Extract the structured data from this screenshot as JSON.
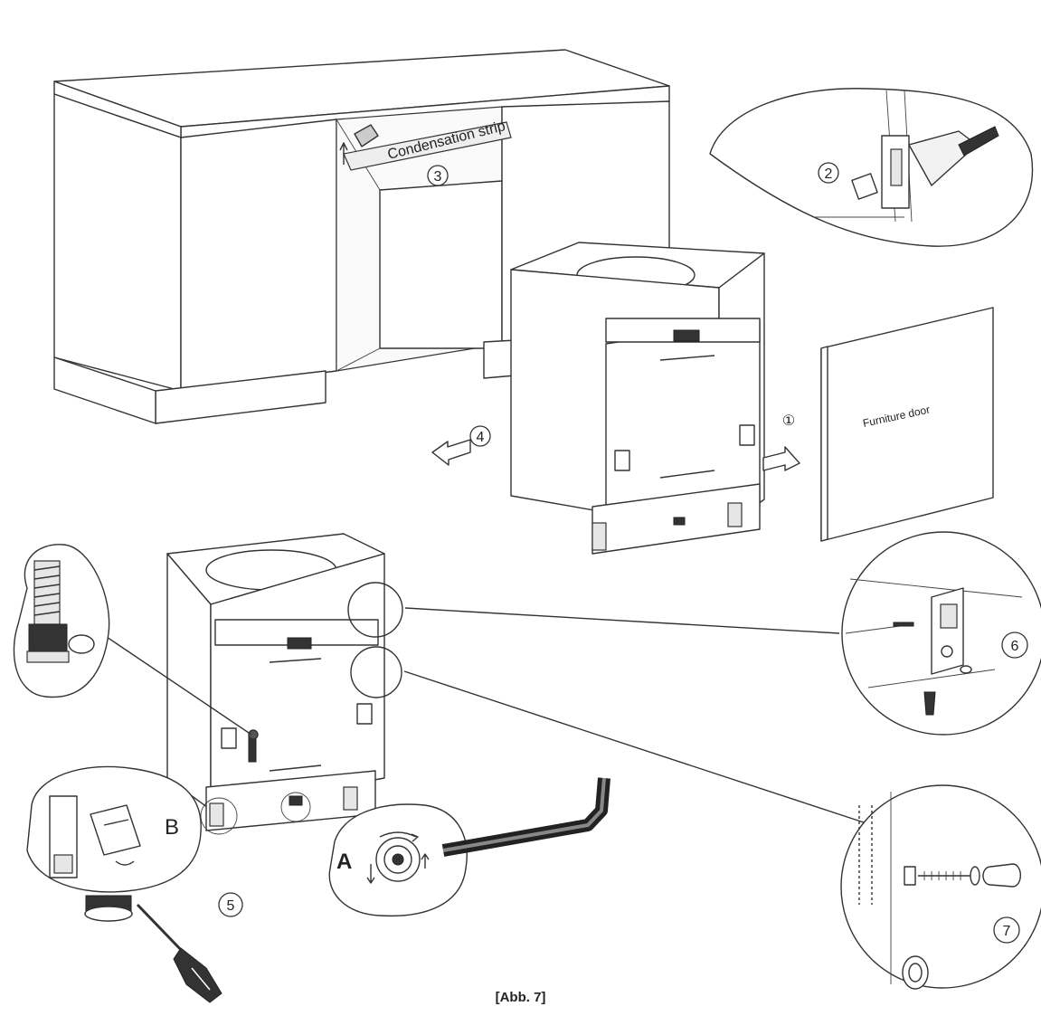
{
  "labels": {
    "condensation_strip": "Condensation strip",
    "furniture_door": "Furniture door",
    "letter_a": "A",
    "letter_b": "B"
  },
  "steps": [
    "①",
    "2",
    "3",
    "4",
    "5",
    "6",
    "7"
  ],
  "caption": "[Abb. 7]"
}
